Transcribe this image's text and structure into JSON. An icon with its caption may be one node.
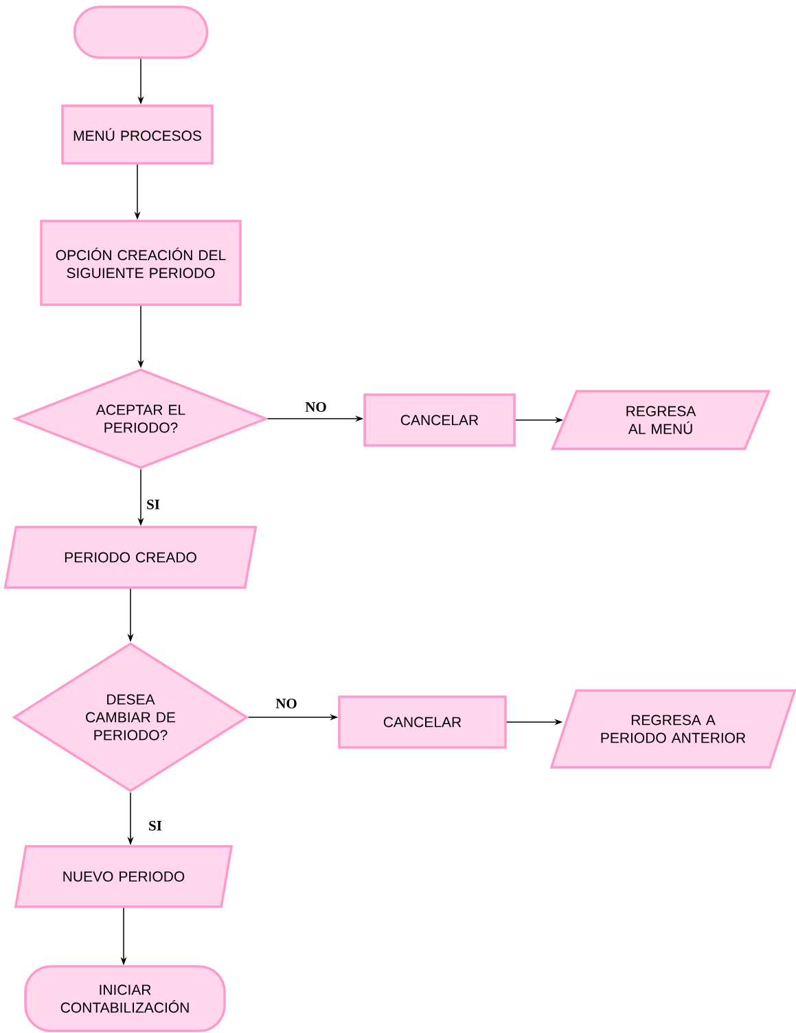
{
  "diagram": {
    "nodes": [
      {
        "text": [],
        "shape": "terminal"
      },
      {
        "text": [
          "MENÚ PROCESOS"
        ]
      },
      {
        "text": [
          "OPCIÓN CREACIÓN DEL SIGUIENTE PERIODO"
        ]
      },
      {
        "text": [
          "ACEPTAR EL PERIODO?"
        ]
      },
      {
        "text": [
          "CANCELAR"
        ]
      },
      {
        "text": [
          "REGRESA AL MENÚ"
        ]
      },
      {
        "text": [
          "PERIODO CREADO"
        ]
      },
      {
        "text": [
          "DESEA CAMBIAR DE PERIODO?"
        ]
      },
      {
        "text": [
          "CANCELAR"
        ]
      },
      {
        "text": [
          "REGRESA A PERIODO ANTERIOR"
        ]
      },
      {
        "text": [
          "NUEVO PERIODO"
        ]
      },
      {
        "text": [
          "INICIAR CONTABILIZACIÓN"
        ]
      }
    ],
    "edges": [
      {
        "from": 0,
        "to": 1,
        "arrow": "to"
      },
      {
        "from": 1,
        "to": 2,
        "arrow": "to"
      },
      {
        "from": 2,
        "to": 3,
        "arrow": "to"
      },
      {
        "from": 3,
        "to": 4,
        "arrow": "to",
        "label": "NO"
      },
      {
        "from": 4,
        "to": 5,
        "arrow": "to"
      },
      {
        "from": 3,
        "to": 6,
        "arrow": "to",
        "label": "SI"
      },
      {
        "from": 6,
        "to": 7,
        "arrow": "to"
      },
      {
        "from": 7,
        "to": 8,
        "arrow": "to",
        "label": "NO"
      },
      {
        "from": 8,
        "to": 9,
        "arrow": "to"
      },
      {
        "from": 7,
        "to": 10,
        "arrow": "to",
        "label": "SI"
      },
      {
        "from": 10,
        "to": 11,
        "arrow": "to"
      }
    ]
  }
}
